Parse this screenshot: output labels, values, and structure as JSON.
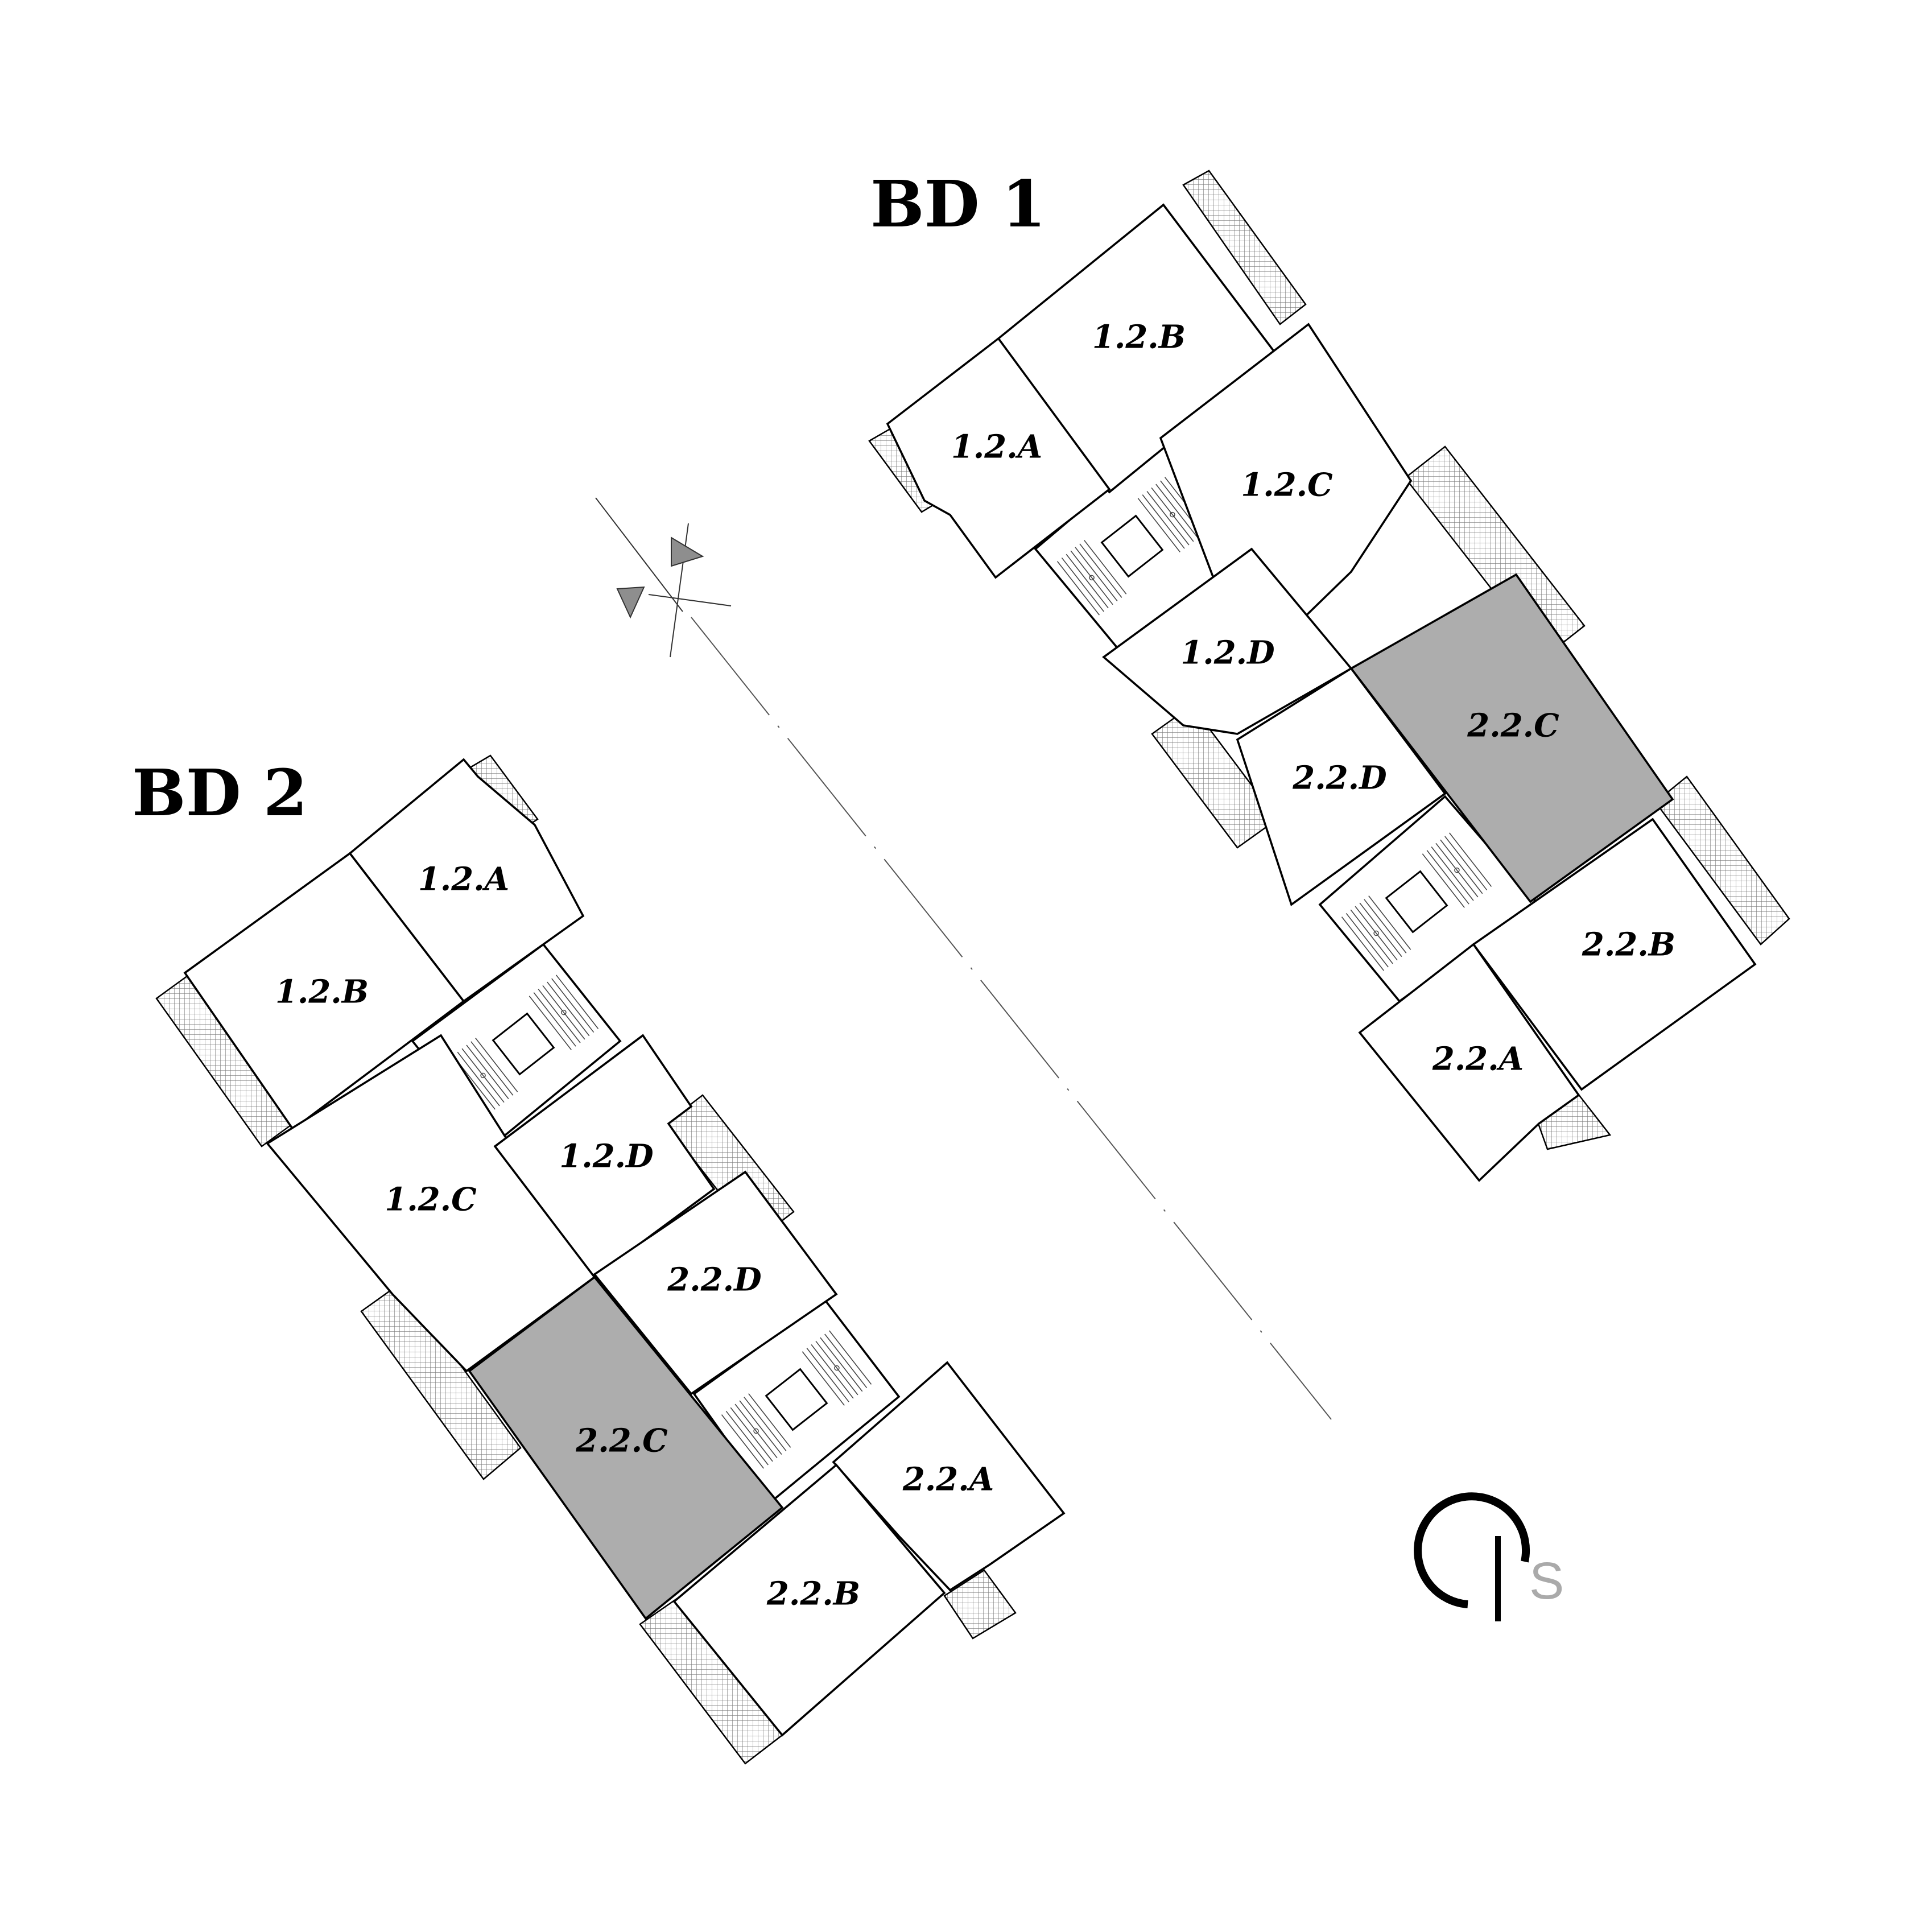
{
  "buildings": [
    {
      "title": "BD 1",
      "units": [
        {
          "label": "1.2.B",
          "highlight": false
        },
        {
          "label": "1.2.A",
          "highlight": false
        },
        {
          "label": "1.2.C",
          "highlight": false
        },
        {
          "label": "1.2.D",
          "highlight": false
        },
        {
          "label": "2.2.C",
          "highlight": true
        },
        {
          "label": "2.2.D",
          "highlight": false
        },
        {
          "label": "2.2.B",
          "highlight": false
        },
        {
          "label": "2.2.A",
          "highlight": false
        }
      ]
    },
    {
      "title": "BD 2",
      "units": [
        {
          "label": "1.2.A",
          "highlight": false
        },
        {
          "label": "1.2.B",
          "highlight": false
        },
        {
          "label": "1.2.C",
          "highlight": false
        },
        {
          "label": "1.2.D",
          "highlight": false
        },
        {
          "label": "2.2.D",
          "highlight": false
        },
        {
          "label": "2.2.C",
          "highlight": true
        },
        {
          "label": "2.2.A",
          "highlight": false
        },
        {
          "label": "2.2.B",
          "highlight": false
        }
      ]
    }
  ],
  "colors": {
    "highlight_fill": "#adadad",
    "line": "#000000",
    "background": "#ffffff"
  },
  "icons": {
    "north_arrow": "north-arrow-icon",
    "logo": "ls-logo-icon"
  },
  "logo": {
    "text": "S"
  }
}
